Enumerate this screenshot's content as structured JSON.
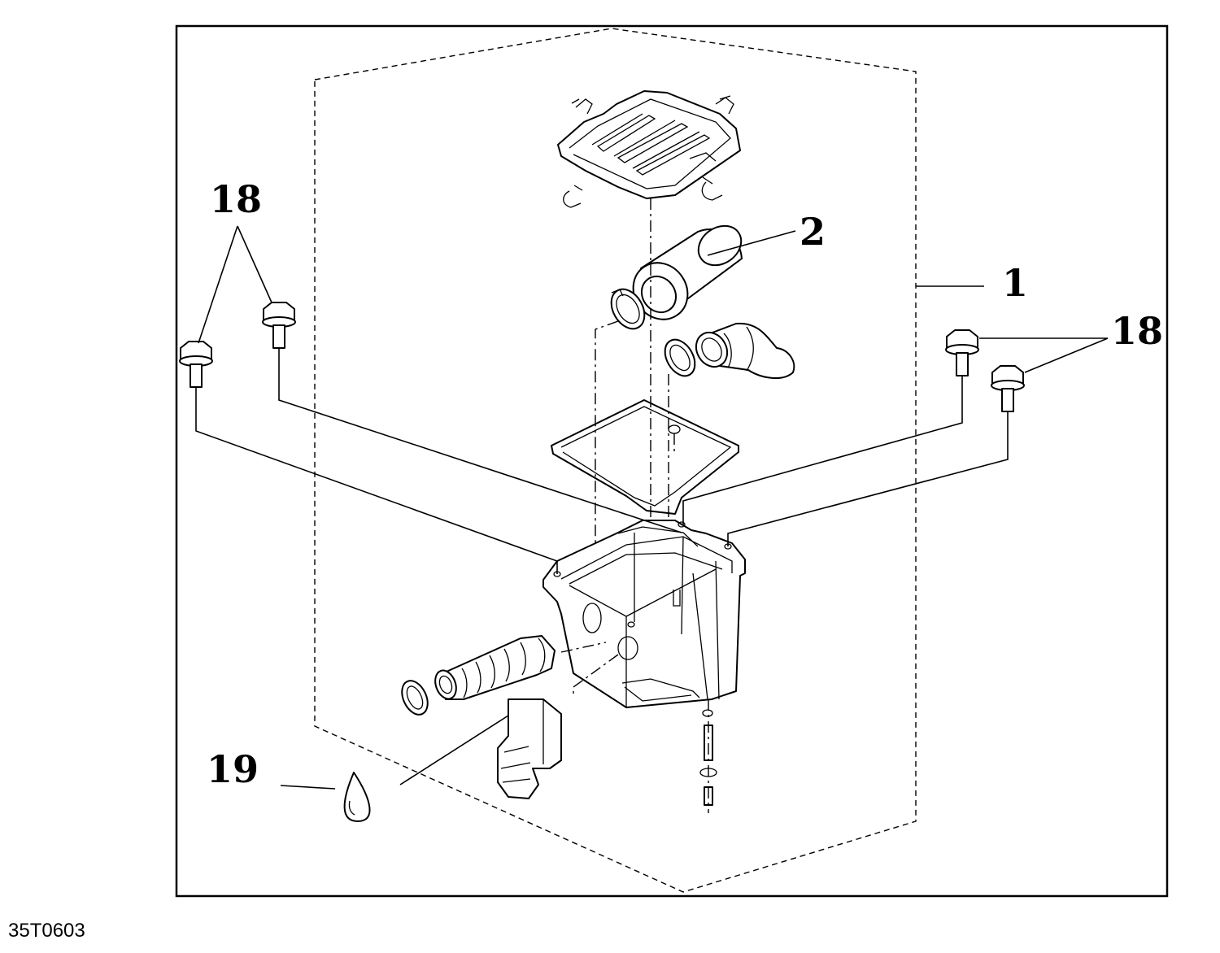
{
  "diagram": {
    "callouts": {
      "clamp_bolt_left": "18",
      "clamp_bolt_right": "18",
      "filter": "2",
      "assembly": "1",
      "sealant": "19"
    },
    "drawing_code": "35T0603"
  }
}
